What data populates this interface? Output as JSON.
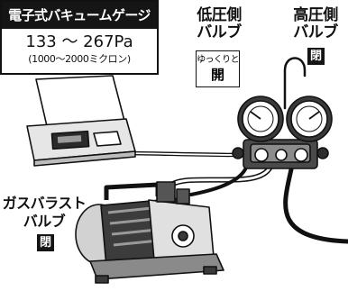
{
  "vacuum_gauge": {
    "title": "電子式バキュームゲージ",
    "range": "133 ～ 267Pa",
    "microns": "(1000～2000ミクロン)"
  },
  "low_side_valve": {
    "line1": "低圧側",
    "line2": "バルブ",
    "note_small": "ゆっくりと",
    "note_action": "開"
  },
  "high_side_valve": {
    "line1": "高圧側",
    "line2": "バルブ",
    "state": "閉"
  },
  "gas_ballast_valve": {
    "line1": "ガスバラスト",
    "line2": "バルブ",
    "state": "閉"
  },
  "colors": {
    "outline": "#111111",
    "fill_light": "#ffffff",
    "fill_gray": "#c9c9c9",
    "fill_dark": "#3a3a3a"
  }
}
